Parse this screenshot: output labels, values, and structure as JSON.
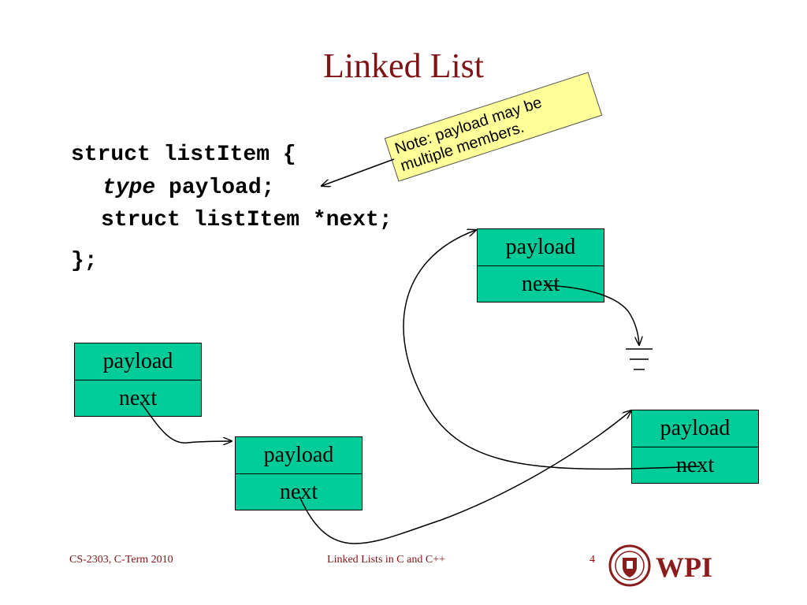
{
  "slide": {
    "title": "Linked List",
    "code": {
      "line1": "struct listItem {",
      "line2_type": "type",
      "line2_rest": " payload;",
      "line3": "struct listItem *next;",
      "line4": "};"
    },
    "note": "Note: payload may be multiple members.",
    "nodes": [
      {
        "payload": "payload",
        "next": "next"
      },
      {
        "payload": "payload",
        "next": "next"
      },
      {
        "payload": "payload",
        "next": "next"
      },
      {
        "payload": "payload",
        "next": "next"
      }
    ],
    "footer": {
      "course": "CS-2303, C-Term 2010",
      "topic": "Linked Lists in C and C++",
      "page": "4",
      "logo_text": "WPI"
    },
    "colors": {
      "title": "#7f1416",
      "node_fill": "#00cc99",
      "note_fill": "#ffff99"
    }
  }
}
